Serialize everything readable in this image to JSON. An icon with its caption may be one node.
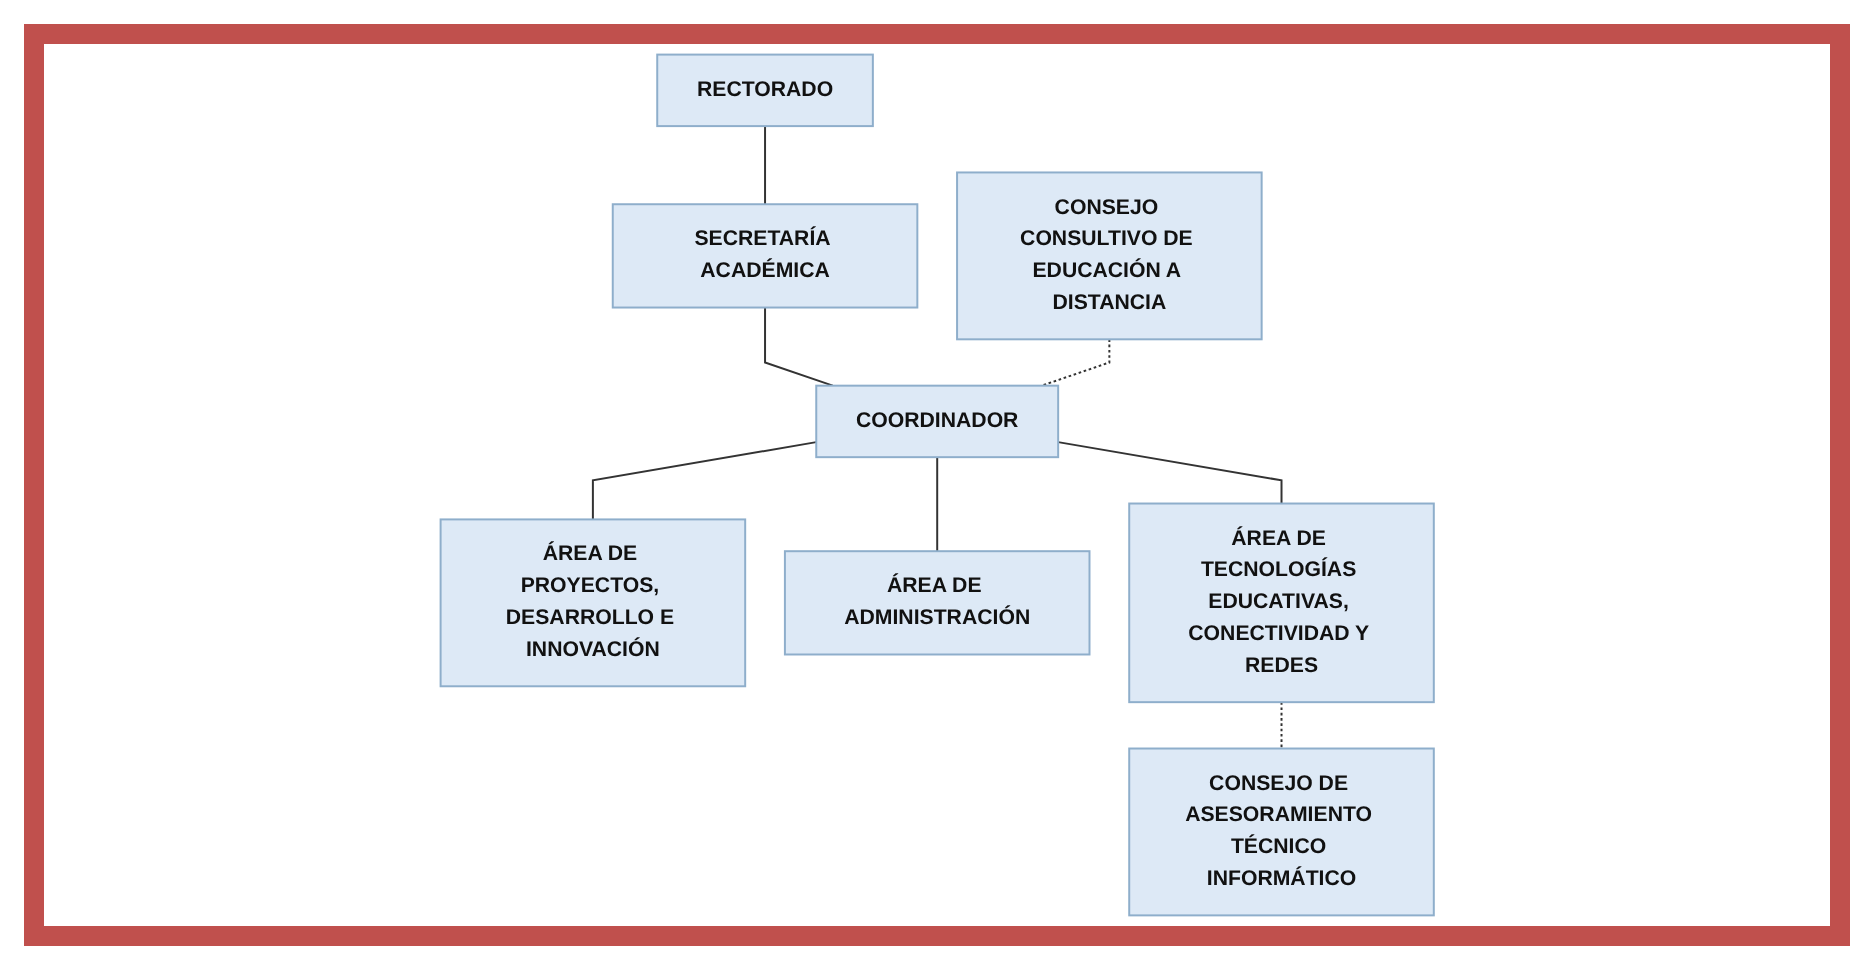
{
  "diagram": {
    "nodes": [
      {
        "text": [
          "RECTORADO"
        ]
      },
      {
        "text": [
          "SECRETARÍA ACADÉMICA"
        ]
      },
      {
        "text": [
          "CONSEJO CONSULTIVO DE EDUCACIÓN A DISTANCIA"
        ]
      },
      {
        "text": [
          "COORDINADOR"
        ]
      },
      {
        "text": [
          "ÁREA DE PROYECTOS, DESARROLLO E INNOVACIÓN"
        ]
      },
      {
        "text": [
          "ÁREA DE ADMINISTRACIÓN"
        ]
      },
      {
        "text": [
          "ÁREA DE TECNOLOGÍAS EDUCATIVAS, CONECTIVIDAD Y REDES"
        ]
      },
      {
        "text": [
          "CONSEJO DE ASESORAMIENTO TÉCNICO INFORMÁTICO"
        ]
      }
    ],
    "edges": [
      {
        "from": 0,
        "to": 1,
        "arrow": "none"
      },
      {
        "from": 1,
        "to": 3,
        "arrow": "none"
      },
      {
        "from": 2,
        "to": 3,
        "arrow": "none",
        "style": "dashed"
      },
      {
        "from": 3,
        "to": 4,
        "arrow": "none"
      },
      {
        "from": 3,
        "to": 5,
        "arrow": "none"
      },
      {
        "from": 3,
        "to": 6,
        "arrow": "none"
      },
      {
        "from": 6,
        "to": 7,
        "arrow": "none",
        "style": "dashed"
      }
    ]
  }
}
